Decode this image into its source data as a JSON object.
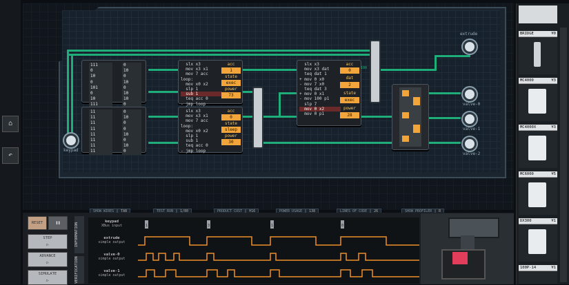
{
  "nav": {
    "home_icon": "home-icon",
    "undo_icon": "undo-icon"
  },
  "board": {
    "keypad_label": "keypad",
    "extrude_label": "extrude",
    "valve0_label": "valve-0",
    "valve1_label": "valve-1",
    "valve2_label": "valve-2",
    "mem1": {
      "col_a": [
        "111",
        "0",
        "10",
        "0",
        "101",
        "0",
        "10",
        "111"
      ],
      "col_b": [
        "0",
        "10",
        "0",
        "10",
        "0",
        "10",
        "10",
        "0"
      ]
    },
    "mem2": {
      "col_a": [
        "11",
        "11",
        "11",
        "11",
        "11",
        "11",
        "11",
        "11"
      ],
      "col_b": [
        "0",
        "10",
        "0",
        "0",
        "10",
        "0",
        "10",
        "0"
      ]
    },
    "mc1": {
      "code": "  slx x3\n  mov x3 x1\n  mov 7 acc\nloop:\n  mov x0 x2\n  slp 1\nhl:sub 1\n  teq acc 0\n- jmp loop",
      "acc": "1",
      "state": "exec",
      "power": "73"
    },
    "mc2": {
      "code": "  slx x3\n  mov x3 x1\n  mov 7 acc\nloop:\n  mov x0 x2\n  slp 1\n  sub 1\n  teq acc 0\n- jmp loop",
      "acc": "0",
      "state": "sleep",
      "power": "30"
    },
    "mc3": {
      "code": "  slx x3\n  mov x3 dat\n  teq dat 1\n+ mov 0 x0\n- mov 7 x0\n  teq dat 3\n+ mov 0 x1\n- mov 100 p1\n  slp 7\nhl:mov 0 x2\n  mov 0 p1",
      "acc": "0",
      "dat": "2",
      "state": "exec",
      "power": "28"
    },
    "reg_labels": {
      "acc": "acc",
      "dat": "dat",
      "state": "state",
      "power": "power"
    },
    "out_100": "100"
  },
  "status_bar": {
    "show_wires": "SHOW WIRES",
    "show_wires_key": "TAB",
    "test_run": "TEST RUN",
    "test_run_val": "1/80",
    "product_cost": "PRODUCT COST",
    "product_cost_val": "¥16",
    "power_usage": "POWER USAGE",
    "power_usage_val": "138",
    "lines_of_code": "LINES OF CODE",
    "lines_of_code_val": "26",
    "show_profiler": "SHOW PROFILER",
    "show_profiler_key": "R"
  },
  "sim": {
    "reset": "RESET",
    "step": "STEP",
    "advance": "ADVANCE",
    "simulate": "SIMULATE",
    "tab_information": "INFORMATION",
    "tab_verification": "VERIFICATION",
    "lanes": [
      {
        "name": "keypad",
        "type": "XBus input"
      },
      {
        "name": "extrude",
        "type": "simple output"
      },
      {
        "name": "valve-0",
        "type": "simple output"
      },
      {
        "name": "valve-1",
        "type": "simple output"
      }
    ],
    "keypad_values": [
      "1",
      "3",
      "1",
      "0"
    ],
    "colors": {
      "wave": "#f0902a",
      "trace": "#1fae7a"
    }
  },
  "parts": [
    {
      "name": "BRIDGE",
      "price": "¥0"
    },
    {
      "name": "MC4000",
      "price": "¥3"
    },
    {
      "name": "MC4000X",
      "price": "¥3"
    },
    {
      "name": "MC6000",
      "price": "¥5"
    },
    {
      "name": "DX300",
      "price": "¥1"
    },
    {
      "name": "100P-14",
      "price": "¥1"
    }
  ]
}
